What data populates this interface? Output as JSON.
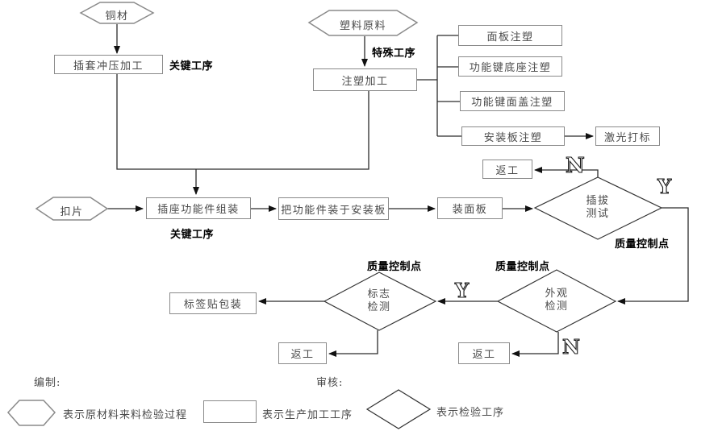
{
  "colors": {
    "background": "#ffffff",
    "line": "#2b2b2b",
    "box_border": "#8a8a8a",
    "node_text": "#4a4a4a",
    "annotation_text": "#000000"
  },
  "nodes": {
    "copper": {
      "label": "铜材"
    },
    "sleeve_stamping": {
      "label": "插套冲压加工"
    },
    "plastic": {
      "label": "塑料原料"
    },
    "injection": {
      "label": "注塑加工"
    },
    "panel_injection": {
      "label": "面板注塑"
    },
    "key_base_injection": {
      "label": "功能键底座注塑"
    },
    "key_cover_injection": {
      "label": "功能键面盖注塑"
    },
    "mount_board_injection": {
      "label": "安装板注塑"
    },
    "laser_marking": {
      "label": "激光打标"
    },
    "clip": {
      "label": "扣片"
    },
    "socket_assembly": {
      "label": "插座功能件组装"
    },
    "mount_functional": {
      "label": "把功能件装于安装板"
    },
    "mount_panel": {
      "label": "装面板"
    },
    "plug_test": {
      "line1": "插拔",
      "line2": "测试"
    },
    "rework_top": {
      "label": "返工"
    },
    "appearance_test": {
      "line1": "外观",
      "line2": "检测"
    },
    "mark_test": {
      "line1": "标志",
      "line2": "检测"
    },
    "label_packing": {
      "label": "标签贴包装"
    },
    "rework_left": {
      "label": "返工"
    },
    "rework_right": {
      "label": "返工"
    }
  },
  "annotations": {
    "key_process_top": "关键工序",
    "special_process": "特殊工序",
    "key_process_mid": "关键工序",
    "qc_plug": "质量控制点",
    "qc_mark": "质量控制点",
    "qc_appearance": "质量控制点",
    "n_top": "N",
    "y_top": "Y",
    "y_mid": "Y",
    "n_bottom": "N"
  },
  "footer": {
    "prepared_by": "编制:",
    "reviewed_by": "审核:",
    "legend": [
      {
        "shape": "hexagon",
        "label": "表示原材料来料检验过程"
      },
      {
        "shape": "rectangle",
        "label": "表示生产加工工序"
      },
      {
        "shape": "diamond",
        "label": "表示检验工序"
      }
    ]
  }
}
